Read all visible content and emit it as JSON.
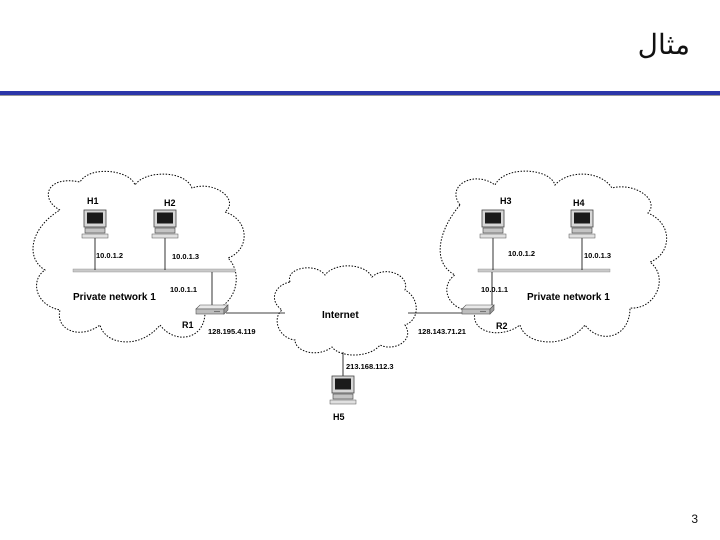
{
  "slide": {
    "title": "مثال",
    "page_number": "3"
  },
  "diagram": {
    "networks": {
      "private_left": "Private network 1",
      "private_right": "Private network 1",
      "internet": "Internet"
    },
    "hosts": {
      "h1": {
        "name": "H1",
        "ip": "10.0.1.2"
      },
      "h2": {
        "name": "H2",
        "ip": "10.0.1.3"
      },
      "h3": {
        "name": "H3",
        "ip": "10.0.1.2"
      },
      "h4": {
        "name": "H4",
        "ip": "10.0.1.3"
      },
      "h5": {
        "name": "H5",
        "ip": "213.168.112.3"
      }
    },
    "routers": {
      "r1": {
        "name": "R1",
        "inside_ip": "10.0.1.1",
        "outside_ip": "128.195.4.119"
      },
      "r2": {
        "name": "R2",
        "inside_ip": "10.0.1.1",
        "outside_ip": "128.143.71.21"
      }
    }
  }
}
